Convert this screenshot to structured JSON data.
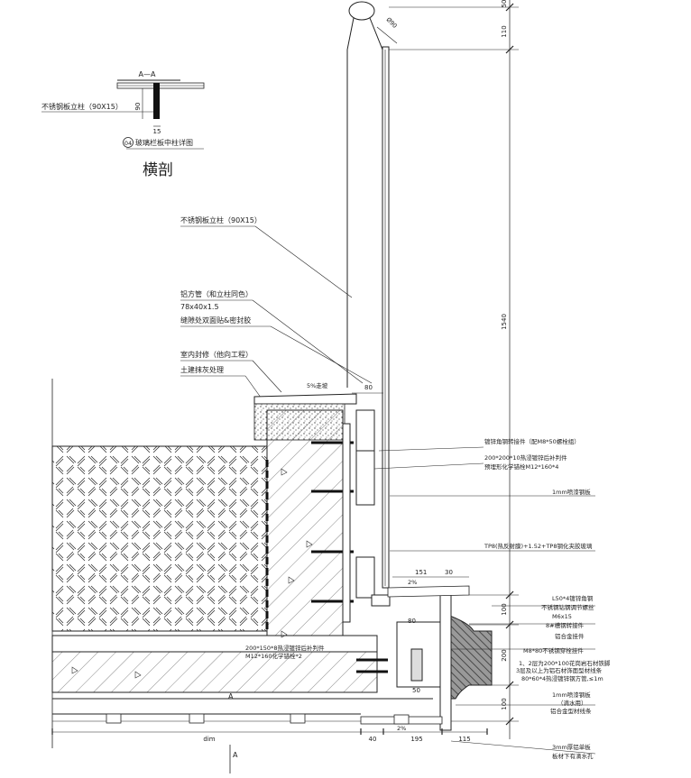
{
  "section": {
    "title": "A—A",
    "post_label": "不锈钢板立柱（90X15）",
    "dim_90": "90",
    "dim_15": "15",
    "detail_no": "04",
    "detail_title": "玻璃栏板中柱详图",
    "subtitle": "横剖"
  },
  "left_labels": [
    "不锈钢板立柱（90X15）",
    "铝方管（和立柱同色）",
    "78x40x1.5",
    "缝隙处双面贴&密封胶",
    "室内封修（他向工程）",
    "土建抹灰处理"
  ],
  "slope_note": "5%走坡",
  "dim_80_top": "80",
  "right_labels": [
    "镀锌角钢转接件（配M8*50螺栓组）",
    "200*200*10热浸镀锌后补判件",
    "预埋形化学锚栓M12*160*4",
    "1mm喷漆钢板",
    "TP8(热反射膜)+1.52+TP8钢化夹胶玻璃",
    "L50*4镀锌角钢",
    "不锈钢钻钢调节螺丝",
    "M6x15",
    "8#槽钢转接件",
    "铝合金挂件",
    "M8*80不锈钢穿栓挂件",
    "1、2层为200*100花岗岩石材铁脚",
    "3层及以上为铝石材饰面型材线条",
    "80*60*4热浸镀锌钢方管,≤1m",
    "1mm喷漆钢板",
    "（滴水用）",
    "铝合金型材线条",
    "3mm厚铝单板",
    "板材下有滴水孔"
  ],
  "embed_note_1": "200*150*8热浸镀锌后补判件",
  "embed_note_2": "M12*160化学锚栓*2",
  "vertical_dims": [
    "50",
    "110",
    "1540",
    "100",
    "200",
    "100"
  ],
  "glass_dims": [
    "151",
    "30",
    "2%"
  ],
  "bracket_dims": [
    "80",
    "50"
  ],
  "bottom_dims": [
    "dim",
    "40",
    "2%",
    "195",
    "115"
  ],
  "section_marks": [
    "A",
    "A"
  ],
  "radius_mark": "Ø90"
}
